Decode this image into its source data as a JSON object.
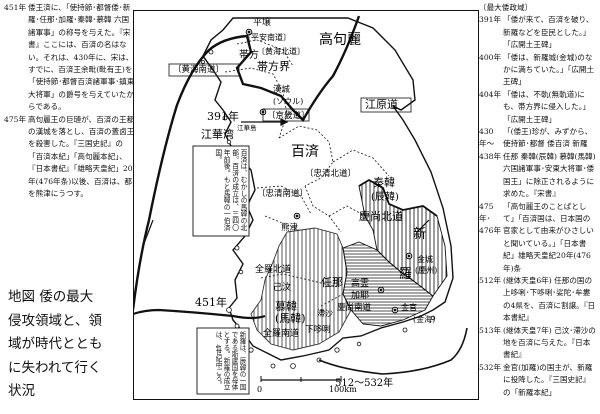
{
  "left_col": [
    {
      "year": "451年",
      "text": "倭王済に、「使持節･都督倭･新羅･任那･加羅･秦韓･慕韓 六国諸軍事」の称号を与えた。『宋書』ここには、百済の名はない。それは、430年に、宋は、すでに、百済王余毗(毗有王)を「使持節･都督百済諸軍事･鎮東大将軍」の爵号を与えていたからである。"
    },
    {
      "year": "475年",
      "text": "高句麗王の巨璉が、百済の王都の漢城を落とし、百済の蓋卤王を殺害した。『三国史記』の「百済本紀」「高句麗本紀」、『日本書紀』「雄略天皇紀」20年(476年条)以後、百済は、都を熊津にうつす。"
    }
  ],
  "right_col": {
    "header": "〔最大倭政域〕",
    "entries": [
      {
        "year": "391年",
        "text": "「倭が来て、百済を破り、新羅などを臣民とした。」「広開土王碑」"
      },
      {
        "year": "400年",
        "text": "「倭は、新羅城(金城)のなかに満ちていた。」「広開土王碑」"
      },
      {
        "year": "404年",
        "text": "「倭は、不軌(無軌道)にも、帯方界に侵入した。」「広開土王碑」"
      },
      {
        "year": "430年〜438年",
        "text": "「(倭王)珍が、みずから、使持節･都督 倭百済 新羅 任那 秦韓(辰韓) 慕韓(馬韓)六国諸軍事･安東大将軍･倭国王」に除正されるように求めた。『宋書』"
      },
      {
        "year": "475年･476年",
        "text": "「高句麗王のことばとして」「百済国は、日本国の官家として由来がひさしいと聞いている。」「日本書紀」雄略天皇紀20年(476年)条"
      },
      {
        "year": "512年",
        "text": "(継体天皇6年) 任那の国の上哆唎･下哆唎･娑陀･牟婁の4県を、百済に割譲。『日本書紀』"
      },
      {
        "year": "513年",
        "text": "(継体天皇7年) 己汶･滯沙の地を百済に与えた。『日本書紀』"
      },
      {
        "year": "532年",
        "text": "金官(加羅)の国主が、新羅に投降した。『三国史記』の「新羅本紀」"
      }
    ]
  },
  "hand_note": [
    "地図 倭の最大",
    "侵攻領域と、領",
    "域が時代ととも",
    "に失われて行く",
    "状況"
  ],
  "map": {
    "labels": {
      "pyongyang": "平壌",
      "pyongyang_sub": "〔平安南道〕",
      "goguryeo": "高句麗",
      "daifang": "帯方",
      "daifang_border": "帯方界",
      "hwanghae_north": "〔黄海北道〕",
      "hwanghae_south": "〔黄海南道〕",
      "hanseong": "漢城",
      "seoul": "(ソウル)",
      "gyeonggi": "〔京畿道〕",
      "year391": "391年",
      "gangwon": "江原道",
      "ganghwa_bay": "江華湾",
      "ganghwa_is": "江華島",
      "baekje": "百済",
      "chungnam": "〔忠清南道〕",
      "chungbuk": "〔忠清北道〕",
      "ungjin": "熊津",
      "jinhan": "秦韓",
      "jinhan2": "(辰韓)",
      "gyeongbuk": "慶尚北道",
      "silla_a": "新",
      "silla_b": "羅",
      "geumseong": "金城",
      "gyeongju": "(慶州)",
      "jeonbuk": "全羅北道",
      "gimun": "己汶",
      "imna": "任那",
      "goryeong": "高霊",
      "gaya": "加耶",
      "gyeongnam": "慶尚南道",
      "geumgwan": "金官",
      "gimhae": "(金海)",
      "mahan": "(馬韓)",
      "muhan": "慕韓",
      "jeonnam": "全羅南道",
      "hadasiri": "下哆唎",
      "tasa": "滯沙",
      "year451": "451年",
      "year512": "512〜532年",
      "scale0": "0",
      "scale100": "100km"
    },
    "note_baekje": "百済は、むかしの馬韓の北部。百済の成立は、三四〇年前後。もと馬韓の一伯済国。",
    "note_silla": "新羅は、辰韓の一国である斯盧国を母体とする。新羅の成立は、4世紀中ごろ。"
  },
  "colors": {
    "ink": "#111111",
    "paper": "#ffffff",
    "hatch": "#222222"
  }
}
